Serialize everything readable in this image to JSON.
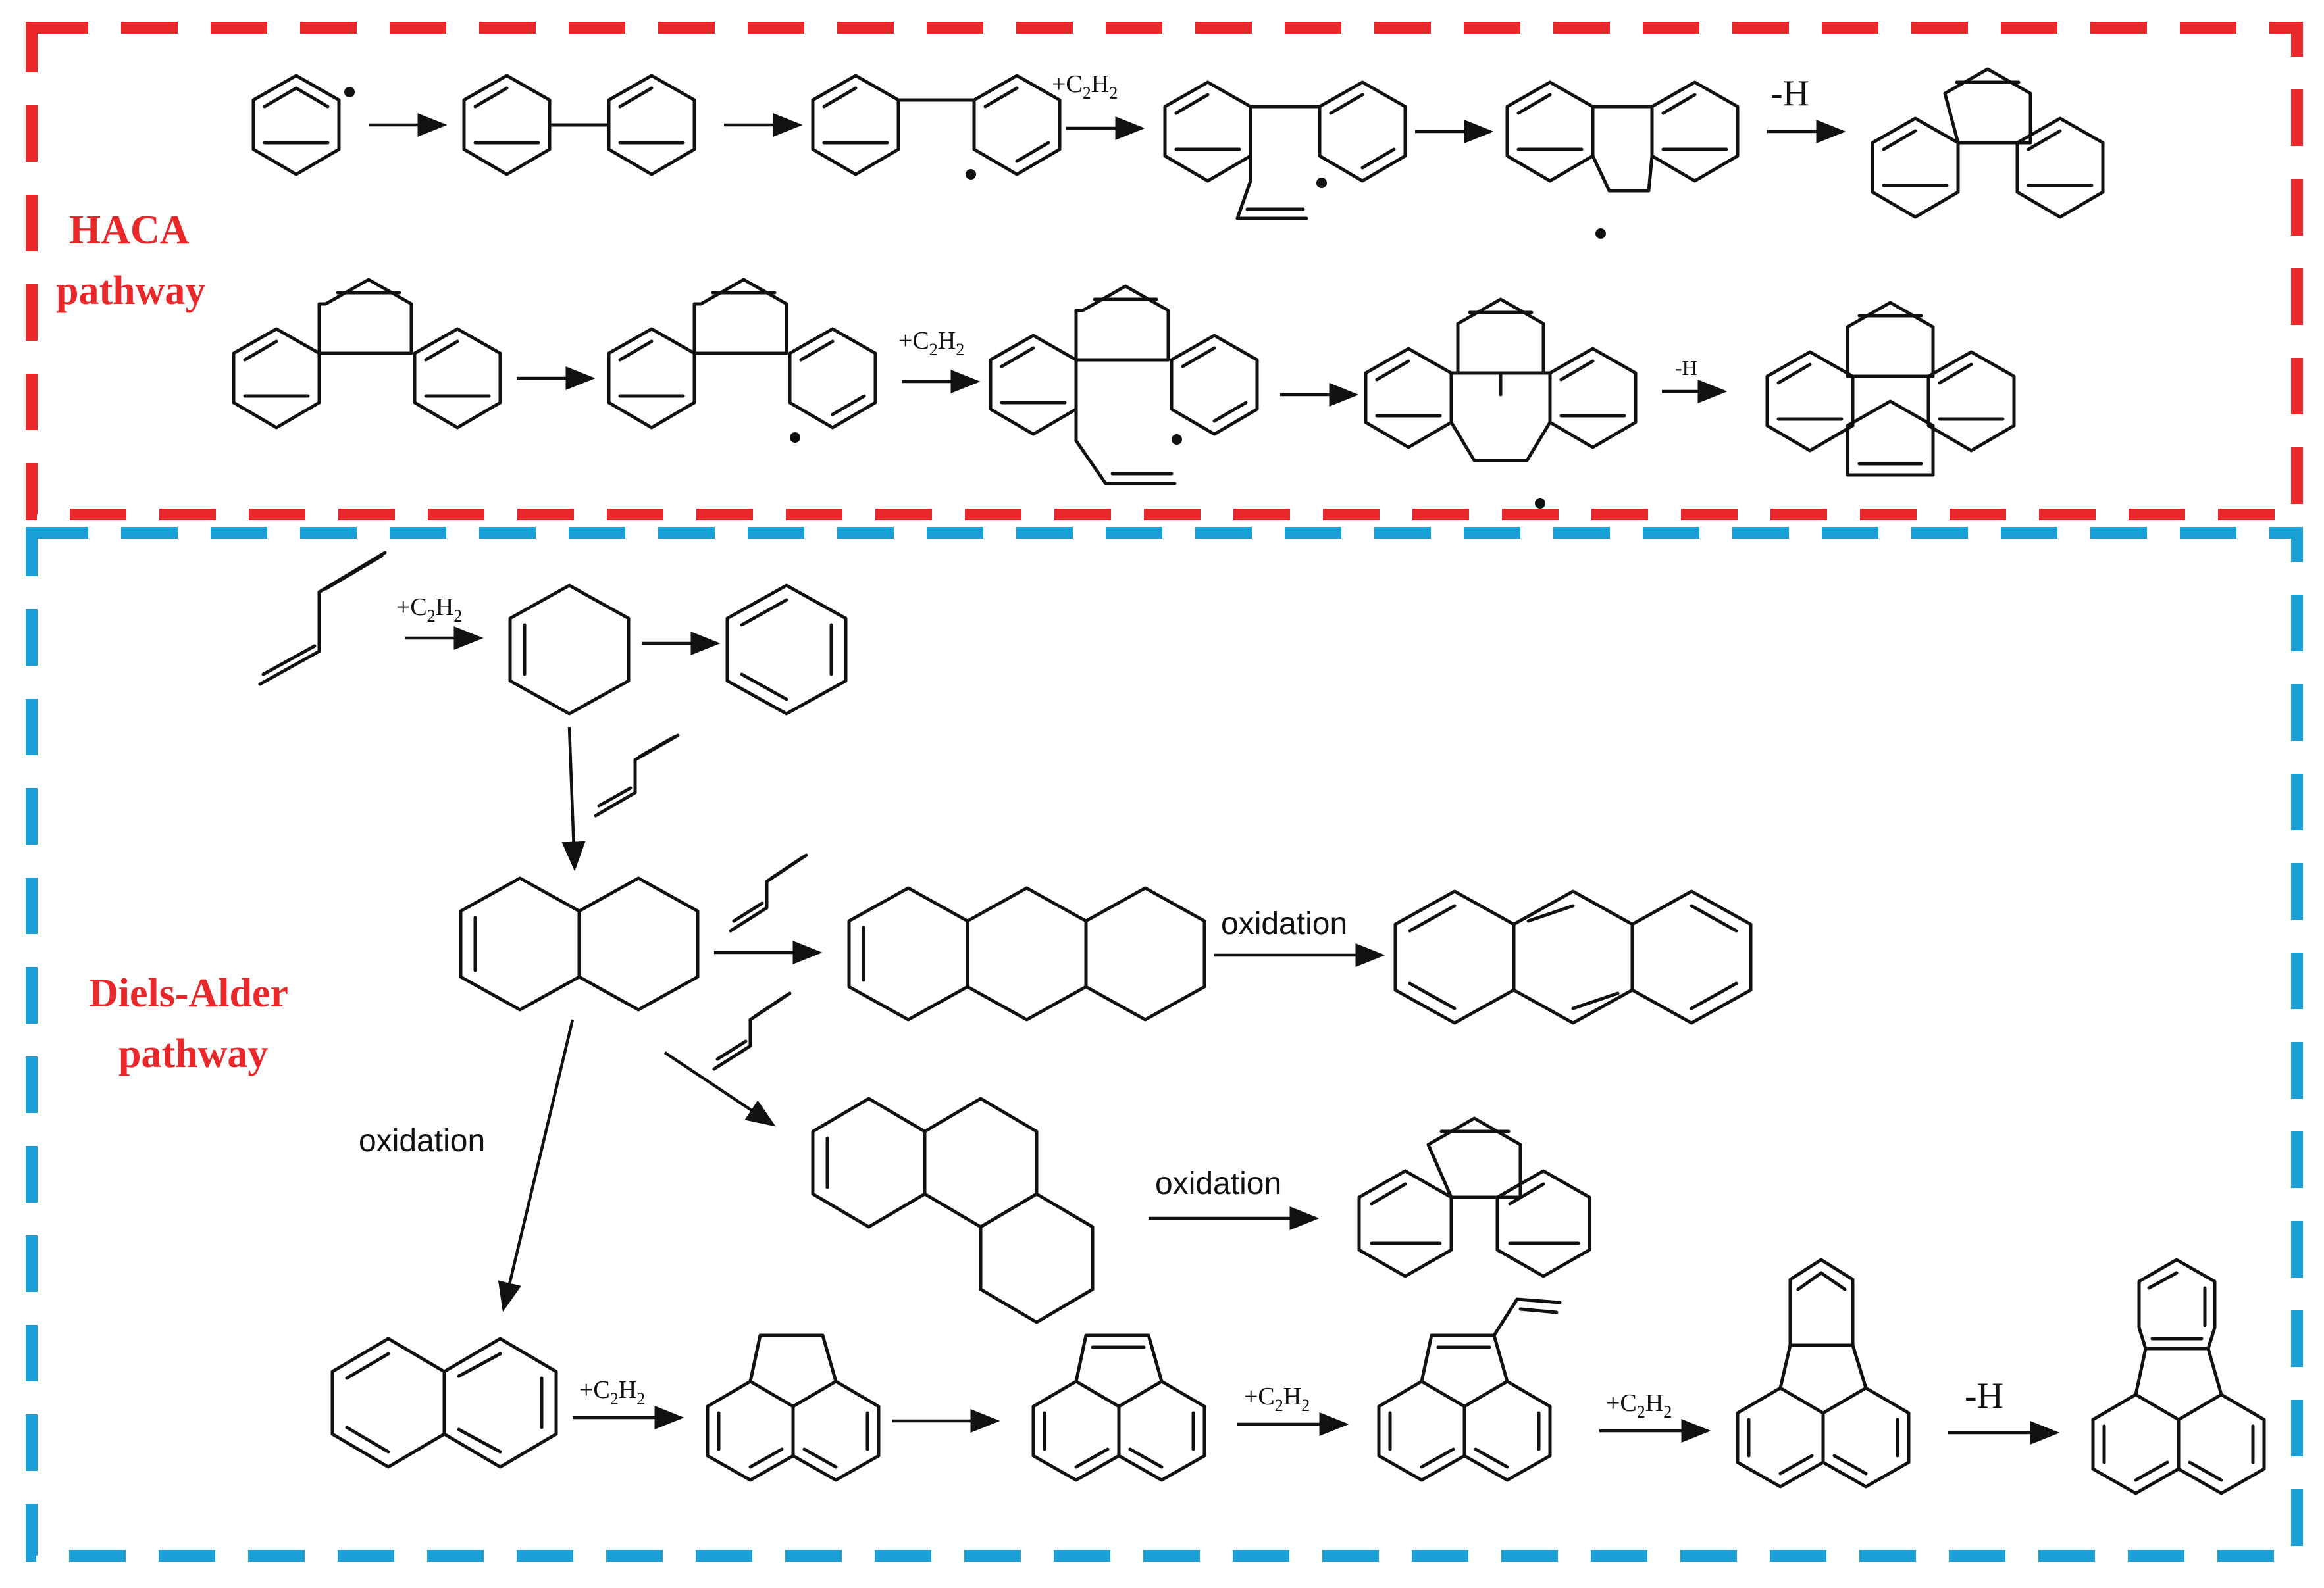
{
  "colors": {
    "haca_border": "#e8282b",
    "diels_alder_border": "#1a9fd6",
    "label_text": "#e8282b",
    "structure_lines": "#111111"
  },
  "sections": {
    "haca": {
      "title_line1": "HACA",
      "title_line2": "pathway",
      "reagents": {
        "r1": "+C",
        "r1_sub": "2",
        "r1_mid": "H",
        "r1_sub2": "2",
        "r2": "-H",
        "r3": "+C",
        "r3_sub": "2",
        "r3_mid": "H",
        "r3_sub2": "2",
        "r4": "-H"
      }
    },
    "diels_alder": {
      "title_line1": "Diels-Alder",
      "title_line2": "pathway",
      "reagents": {
        "r1": "+C",
        "r1_sub": "2",
        "r1_mid": "H",
        "r1_sub2": "2",
        "ox1": "oxidation",
        "ox2": "oxidation",
        "ox3": "oxidation",
        "r2": "+C",
        "r2_sub": "2",
        "r2_mid": "H",
        "r2_sub2": "2",
        "r3": "+C",
        "r3_sub": "2",
        "r3_mid": "H",
        "r3_sub2": "2",
        "r4": "+C",
        "r4_sub": "2",
        "r4_mid": "H",
        "r4_sub2": "2",
        "r5": "-H"
      }
    }
  }
}
